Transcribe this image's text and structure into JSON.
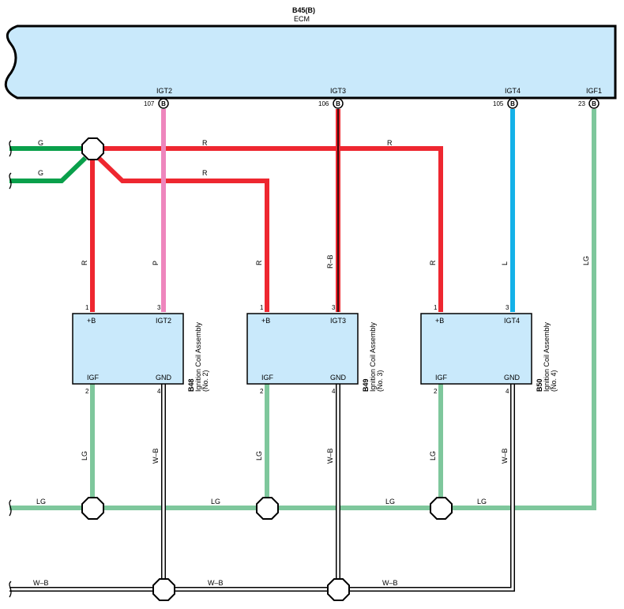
{
  "ecm": {
    "code": "B45(B)",
    "name": "ECM",
    "pins": [
      {
        "signal": "IGT2",
        "number": "107",
        "tag": "B"
      },
      {
        "signal": "IGT3",
        "number": "106",
        "tag": "B"
      },
      {
        "signal": "IGT4",
        "number": "105",
        "tag": "B"
      },
      {
        "signal": "IGF1",
        "number": "23",
        "tag": "B"
      }
    ]
  },
  "coils": [
    {
      "code": "B48",
      "name": "Ignition Coil Assembly",
      "sub": "(No. 2)",
      "tl": "+B",
      "tr": "IGT2",
      "bl": "IGF",
      "br": "GND",
      "pin_tl": "1",
      "pin_tr": "3",
      "pin_bl": "2",
      "pin_br": "4"
    },
    {
      "code": "B49",
      "name": "Ignition Coil Assembly",
      "sub": "(No. 3)",
      "tl": "+B",
      "tr": "IGT3",
      "bl": "IGF",
      "br": "GND",
      "pin_tl": "1",
      "pin_tr": "3",
      "pin_bl": "2",
      "pin_br": "4"
    },
    {
      "code": "B50",
      "name": "Ignition Coil Assembly",
      "sub": "(No. 4)",
      "tl": "+B",
      "tr": "IGT4",
      "bl": "IGF",
      "br": "GND",
      "pin_tl": "1",
      "pin_tr": "3",
      "pin_bl": "2",
      "pin_br": "4"
    }
  ],
  "wire_labels": {
    "g1": "G",
    "g2": "G",
    "r_top1": "R",
    "r_top2": "R",
    "r_mid": "R",
    "r_v1": "R",
    "p_v": "P",
    "r_v2": "R",
    "rb_v": "R–B",
    "r_v3": "R",
    "l_v": "L",
    "lg_v": "LG",
    "lg_v1": "LG",
    "wb_v1": "W–B",
    "lg_v2": "LG",
    "wb_v2": "W–B",
    "lg_v3": "LG",
    "wb_v3": "W–B",
    "lg_b1": "LG",
    "lg_b2": "LG",
    "lg_b3": "LG",
    "lg_b4": "LG",
    "wb_b1": "W–B",
    "wb_b2": "W–B",
    "wb_b3": "W–B"
  },
  "colors": {
    "red": "#ee2730",
    "green": "#0aa04b",
    "pink": "#ee86bd",
    "blue": "#14b1e8",
    "lightgreen": "#7ec79c",
    "box_fill": "#c9e9fb"
  }
}
